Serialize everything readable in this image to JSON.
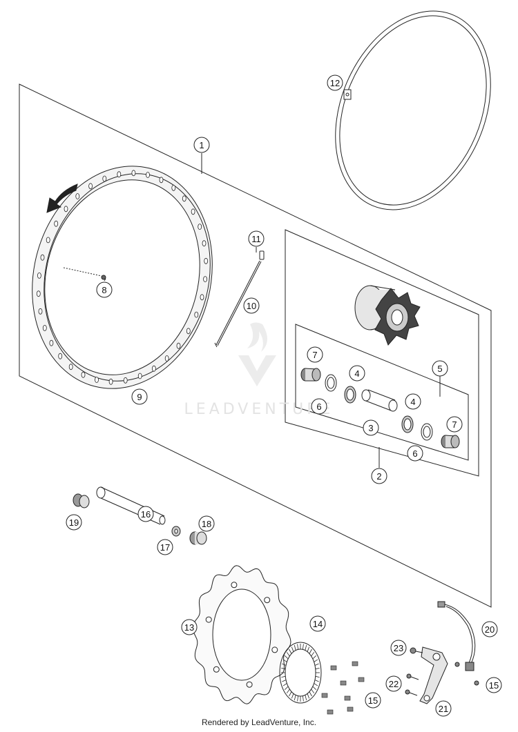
{
  "watermark": {
    "text": "LEADVENTURE"
  },
  "footer": {
    "text": "Rendered by LeadVenture, Inc."
  },
  "callouts": {
    "c1": "1",
    "c2": "2",
    "c3": "3",
    "c4a": "4",
    "c4b": "4",
    "c5": "5",
    "c6a": "6",
    "c6b": "6",
    "c7a": "7",
    "c7b": "7",
    "c8": "8",
    "c9": "9",
    "c10": "10",
    "c11": "11",
    "c12": "12",
    "c13": "13",
    "c14": "14",
    "c15a": "15",
    "c15b": "15",
    "c16": "16",
    "c17": "17",
    "c18": "18",
    "c19": "19",
    "c20": "20",
    "c21": "21",
    "c22": "22",
    "c23": "23"
  },
  "colors": {
    "line": "#222222",
    "rim_fill": "#f4f4f4",
    "watermark": "#e3e3e3"
  }
}
